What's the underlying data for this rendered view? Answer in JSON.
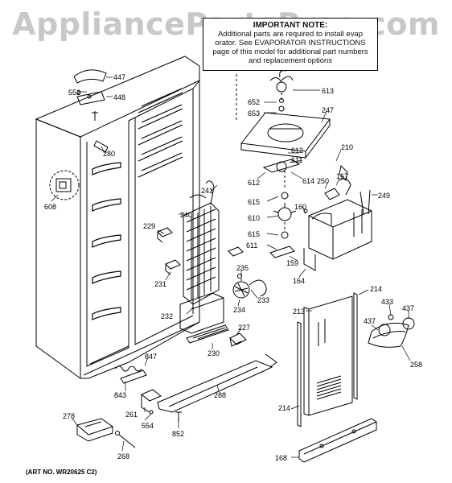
{
  "watermark": "AppliancePartsPros.com",
  "note": {
    "heading": "IMPORTANT NOTE:",
    "line1": "Additional parts are required to install evap",
    "line2": "orator. See EVAPORATOR INSTRUCTIONS",
    "line3": "page of this model for additional part numbers",
    "line4": "and replacement options"
  },
  "art_number": "(ART NO. WR20625 C2)",
  "part_labels": [
    "447",
    "552",
    "448",
    "280",
    "608",
    "613",
    "652",
    "653",
    "247",
    "612",
    "611",
    "210",
    "614",
    "612",
    "167",
    "615",
    "250",
    "249",
    "610",
    "160",
    "615",
    "611",
    "159",
    "164",
    "241",
    "240",
    "229",
    "231",
    "232",
    "235",
    "233",
    "234",
    "227",
    "230",
    "214",
    "213",
    "433",
    "437",
    "437",
    "258",
    "847",
    "843",
    "261",
    "554",
    "288",
    "852",
    "214",
    "278",
    "268",
    "168"
  ]
}
